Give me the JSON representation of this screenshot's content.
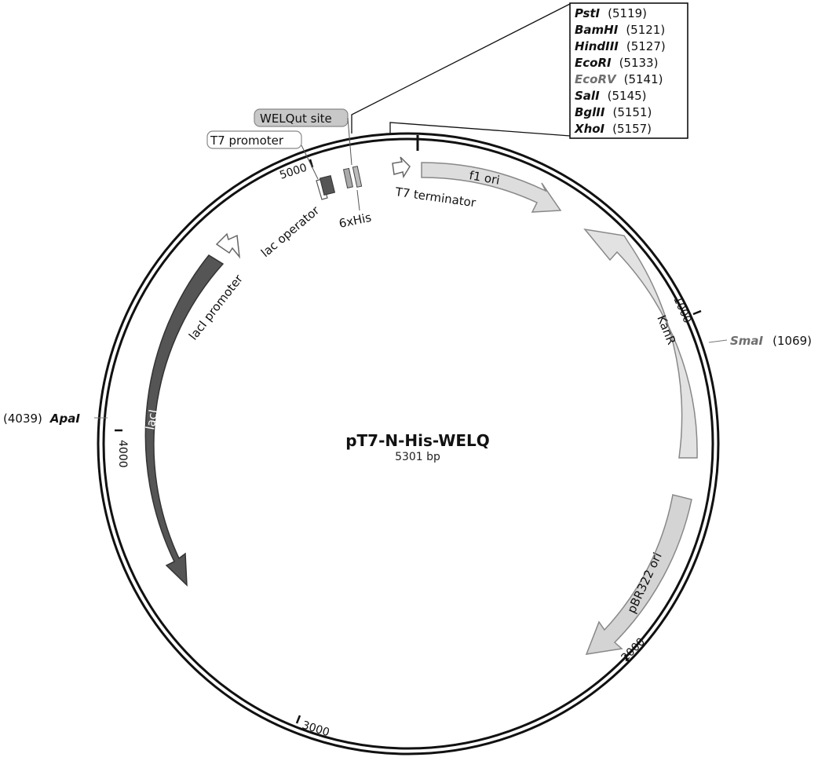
{
  "plasmid": {
    "name": "pT7-N-His-WELQ",
    "size_label": "5301 bp"
  },
  "ticks": [
    {
      "bp": 1000,
      "label": "1000"
    },
    {
      "bp": 2000,
      "label": "2000"
    },
    {
      "bp": 3000,
      "label": "3000"
    },
    {
      "bp": 4000,
      "label": "4000"
    },
    {
      "bp": 5000,
      "label": "5000"
    }
  ],
  "features": {
    "t7_promoter": "T7 promoter",
    "welqut_site": "WELQut site",
    "lac_operator": "lac operator",
    "six_his": "6xHis",
    "t7_terminator": "T7 terminator",
    "f1_ori": "f1 ori",
    "kanr": "KanR",
    "pbr322_ori": "pBR322 ori",
    "laci_promoter": "lacI promoter",
    "laci": "lacI"
  },
  "mcs_sites": [
    {
      "name": "PstI",
      "pos": "(5119)",
      "color": "#111111"
    },
    {
      "name": "BamHI",
      "pos": "(5121)",
      "color": "#111111"
    },
    {
      "name": "HindIII",
      "pos": "(5127)",
      "color": "#111111"
    },
    {
      "name": "EcoRI",
      "pos": "(5133)",
      "color": "#111111"
    },
    {
      "name": "EcoRV",
      "pos": "(5141)",
      "color": "#6f6f6f"
    },
    {
      "name": "SalI",
      "pos": "(5145)",
      "color": "#111111"
    },
    {
      "name": "BglII",
      "pos": "(5151)",
      "color": "#111111"
    },
    {
      "name": "XhoI",
      "pos": "(5157)",
      "color": "#111111"
    }
  ],
  "single_sites": {
    "smai": {
      "name": "SmaI",
      "pos": "(1069)",
      "color": "#6f6f6f"
    },
    "apai": {
      "name": "ApaI",
      "pos": "(4039)",
      "color": "#111111"
    }
  },
  "colors": {
    "dark_feature": "#555555",
    "light_feature": "#dddddd",
    "mid_feature": "#cfcfcf",
    "highlight_box": "#c8c8c8"
  }
}
